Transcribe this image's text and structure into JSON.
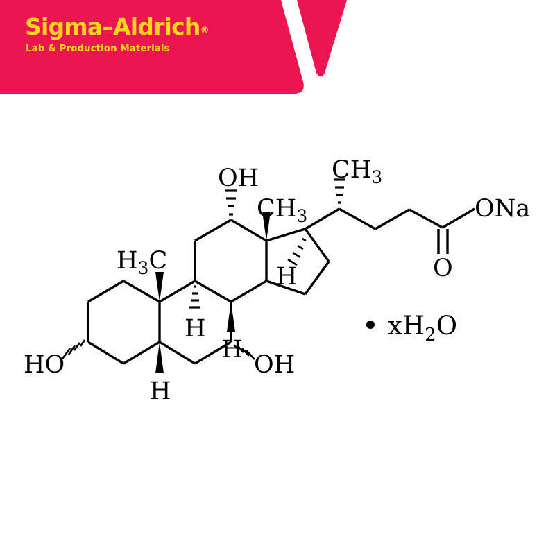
{
  "brand": {
    "wordmark": "Sigma–Aldrich",
    "registered_mark": "®",
    "tagline": "Lab & Production Materials",
    "banner_color": "#EB1551",
    "text_color": "#FFD520",
    "logo_icon": "sigma-aldrich-v-mark"
  },
  "structure": {
    "name": "sodium-cholate-hydrate-skeletal-formula",
    "labels": {
      "hydroxyl_c3": "HO",
      "hydroxyl_c7": "OH",
      "hydroxyl_c12": "OH",
      "methyl_c19": "H",
      "methyl_c19_sub": "3",
      "methyl_c19_c": "C",
      "methyl_c18": "CH",
      "methyl_c18_sub": "3",
      "methyl_c21": "CH",
      "methyl_c21_sub": "3",
      "hydrogen_c5": "H",
      "hydrogen_c8": "H",
      "hydrogen_c9": "H",
      "hydrogen_c14": "H",
      "carboxylate_onA": "ONa",
      "carbonyl_oxygen": "O"
    },
    "hydrate": {
      "dot": "•",
      "formula_prefix": "xH",
      "formula_sub": "2",
      "formula_suffix": "O"
    },
    "bond_color": "#000000"
  }
}
